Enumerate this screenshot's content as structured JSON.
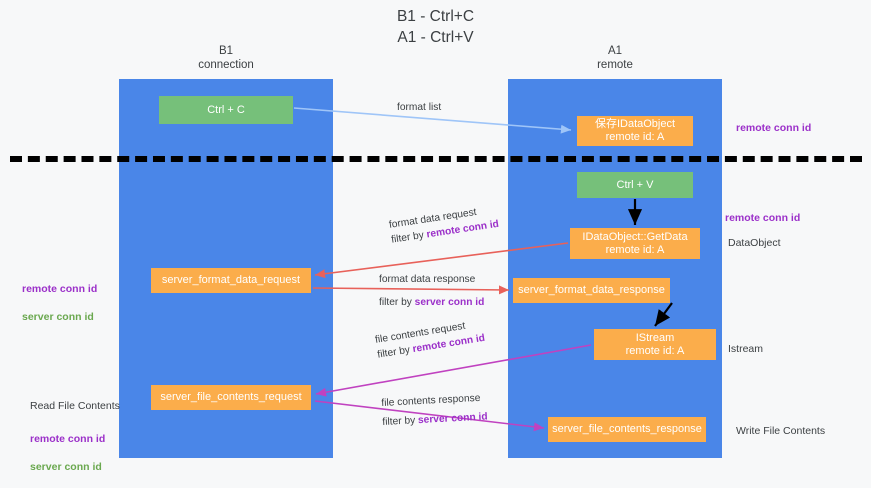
{
  "title": "B1 - Ctrl+C\nA1 - Ctrl+V",
  "lanes": [
    {
      "name": "b1",
      "head": "B1\nconnection",
      "color": "#4a86e8"
    },
    {
      "name": "a1",
      "head": "A1\nremote",
      "color": "#4a86e8"
    }
  ],
  "nodes": {
    "ctrl_c": "Ctrl + C",
    "save_idataobject": "保存IDataObject\nremote id: A",
    "ctrl_v": "Ctrl + V",
    "getdata": "IDataObject::GetData\nremote id: A",
    "server_format_data_request": "server_format_data_request",
    "server_format_data_response": "server_format_data_response",
    "istream": "IStream\nremote id: A",
    "server_file_contents_request": "server_file_contents_request",
    "server_file_contents_response": "server_file_contents_response"
  },
  "annotations": {
    "remote_conn_id_top": "remote conn id",
    "remote_conn_id_mid": "remote conn id",
    "dataobject": "DataObject",
    "istream": "Istream",
    "write_file_contents": "Write File Contents",
    "read_file_contents": "Read File Contents",
    "remote_conn_id": "remote conn id",
    "server_conn_id": "server conn id"
  },
  "edges": {
    "format_list": "format list",
    "format_data_request": "format data request",
    "format_data_request_filter_prefix": "filter by ",
    "format_data_request_filter_key": "remote conn id",
    "format_data_response": "format data response",
    "format_data_response_filter_prefix": "filter by ",
    "format_data_response_filter_key": "server conn id",
    "file_contents_request": "file contents request",
    "file_contents_request_filter_prefix": "filter by ",
    "file_contents_request_filter_key": "remote conn id",
    "file_contents_response": "file contents response",
    "file_contents_response_filter_prefix": "filter by ",
    "file_contents_response_filter_key": "server conn id"
  },
  "colors": {
    "lane": "#4a86e8",
    "green_node": "#76c07a",
    "orange_node": "#fbad4b",
    "purple": "#9b30c9",
    "green_text": "#6aa84f",
    "arrow_blue": "#9fc5f8",
    "arrow_red": "#e8615a",
    "arrow_magenta": "#c042c0",
    "arrow_black": "#000000",
    "background": "#f7f8f9"
  }
}
